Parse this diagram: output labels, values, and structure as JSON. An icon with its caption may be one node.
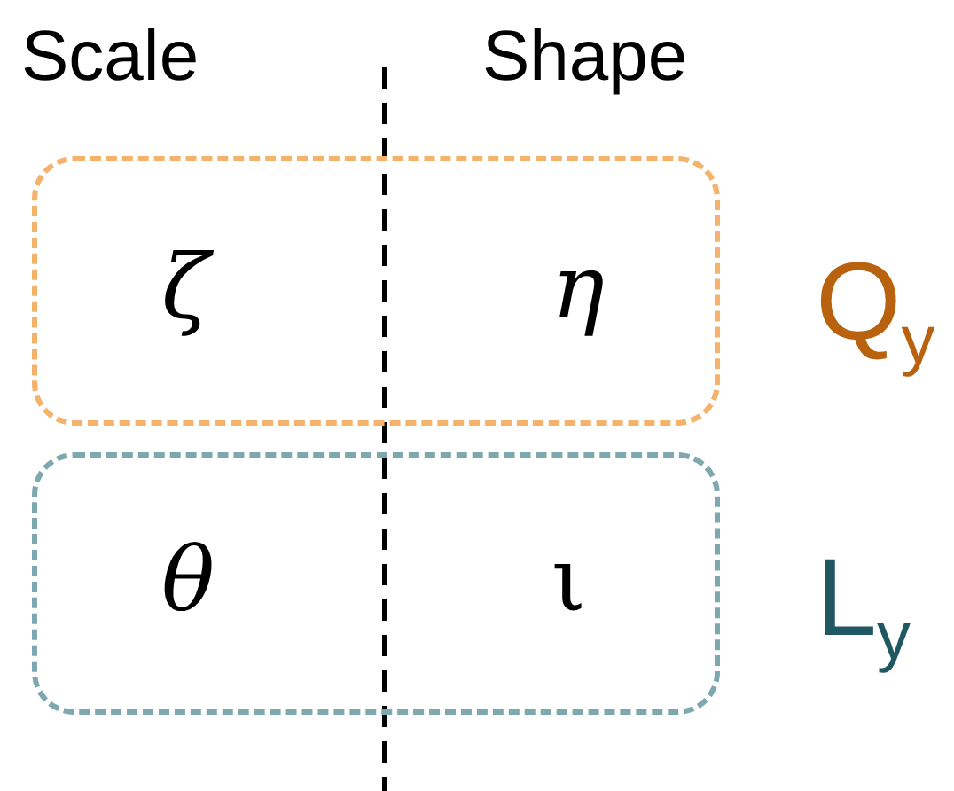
{
  "diagram": {
    "nodes": [
      {
        "text": [
          "ζ",
          "η"
        ],
        "beside": [
          "Q$_{y}$"
        ]
      },
      {
        "text": [
          "θ",
          "ι"
        ],
        "beside": [
          "L$_{y}$"
        ]
      }
    ],
    "labels": [
      "Scale",
      "Shape"
    ]
  }
}
